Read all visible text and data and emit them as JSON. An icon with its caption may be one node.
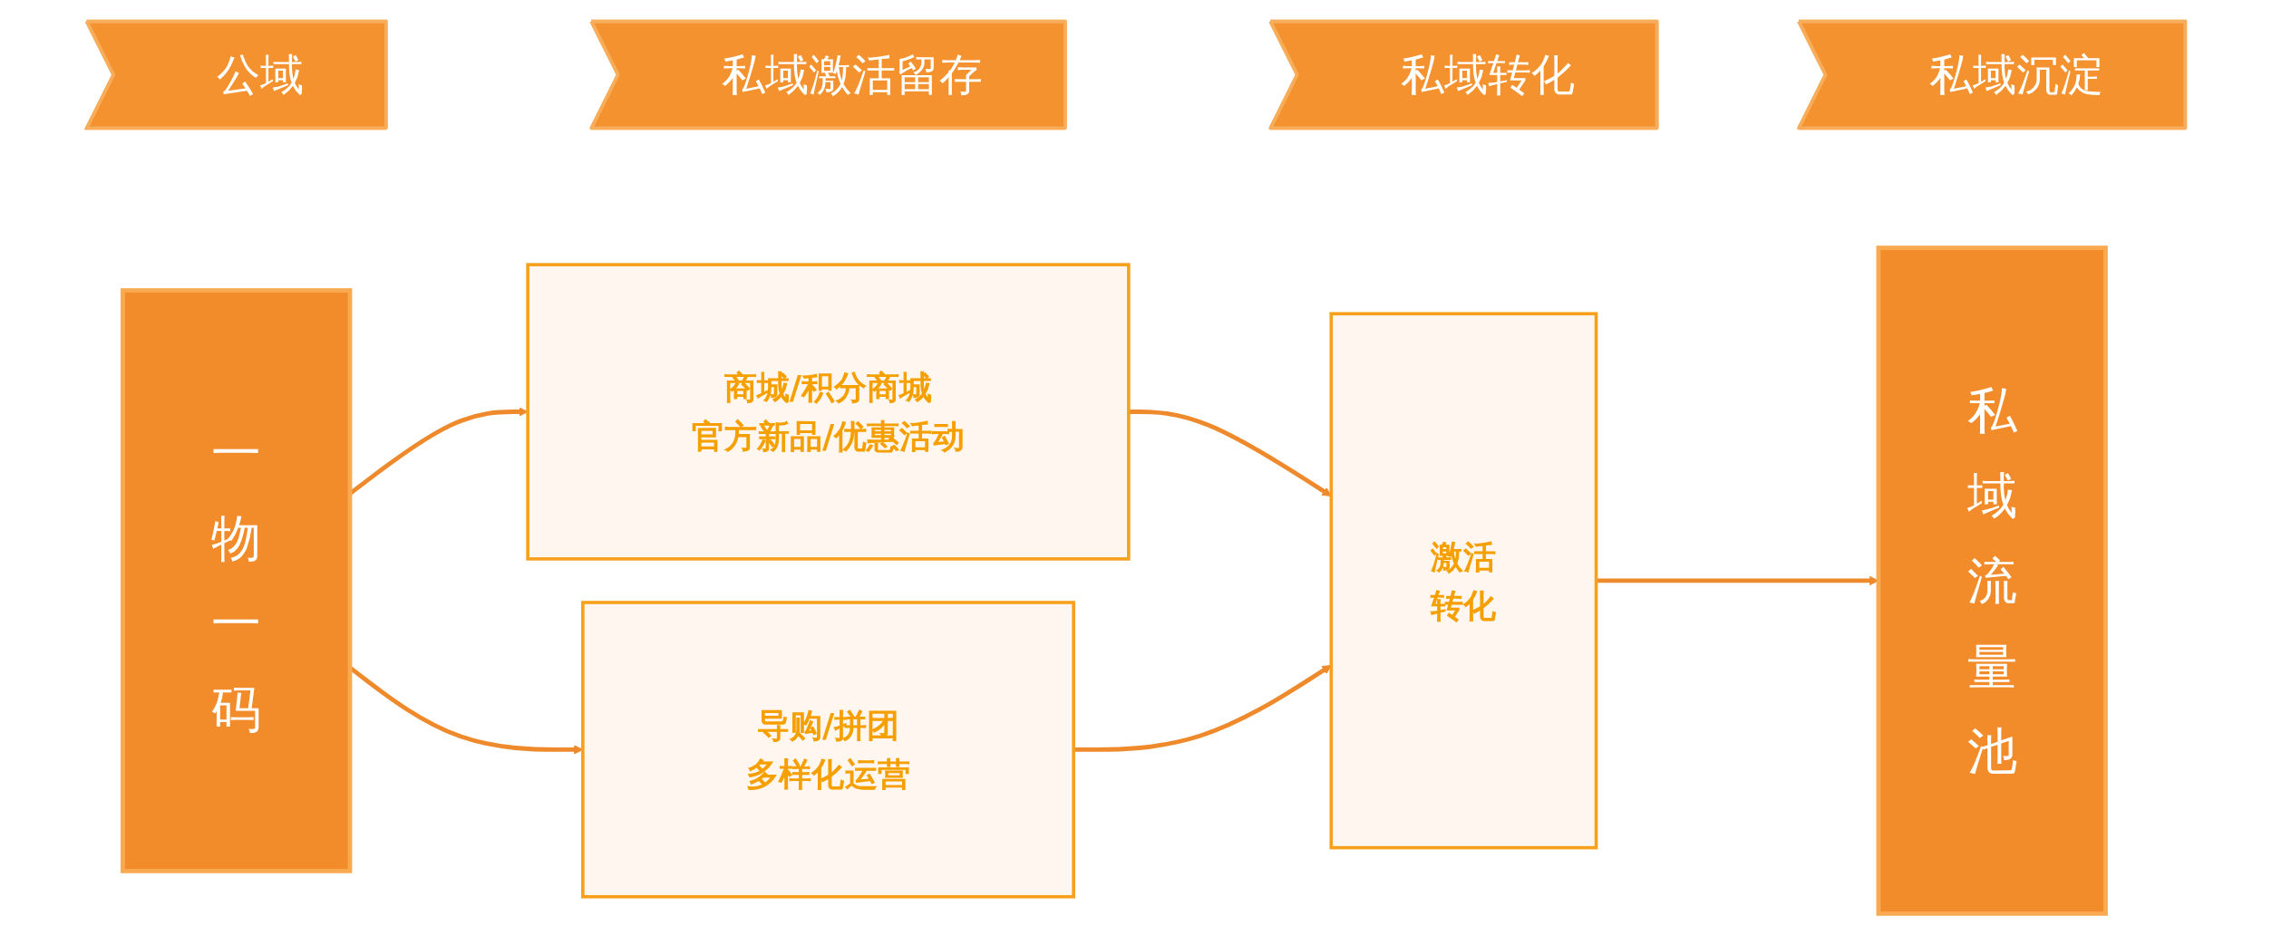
{
  "diagram": {
    "nodes": [
      {
        "text": [
          "公域"
        ]
      },
      {
        "text": [
          "私域激活留存"
        ]
      },
      {
        "text": [
          "私域转化"
        ]
      },
      {
        "text": [
          "私域沉淀"
        ]
      },
      {
        "text": [
          "一物一码"
        ]
      },
      {
        "text": [
          "商城/积分商城",
          "官方新品/优惠活动"
        ]
      },
      {
        "text": [
          "导购/拼团",
          "多样化运营"
        ]
      },
      {
        "text": [
          "激活转化"
        ]
      },
      {
        "text": [
          "私域流量池"
        ]
      }
    ],
    "edges": [
      {
        "from": 4,
        "to": 5,
        "arrow": "to"
      },
      {
        "from": 4,
        "to": 6,
        "arrow": "to"
      },
      {
        "from": 5,
        "to": 7,
        "arrow": "to"
      },
      {
        "from": 6,
        "to": 7,
        "arrow": "to"
      },
      {
        "from": 7,
        "to": 8,
        "arrow": "to"
      }
    ]
  }
}
